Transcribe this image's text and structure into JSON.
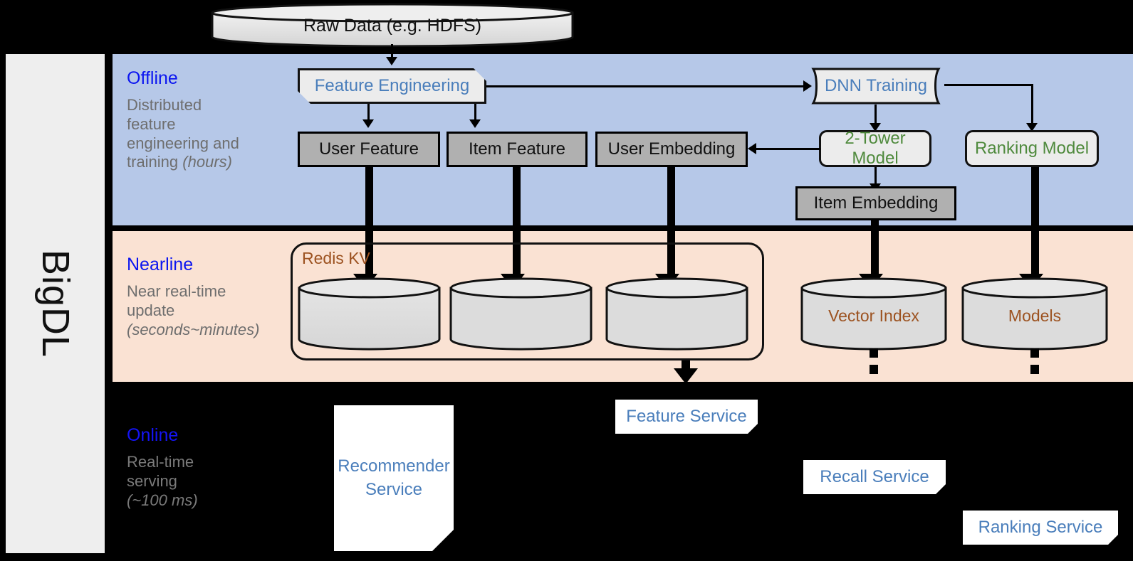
{
  "framework": {
    "name": "BigDL"
  },
  "colors": {
    "offline_band": "#b6c8e8",
    "nearline_band": "#fae2d3",
    "online_band": "#000000",
    "stage_title": "#0b15f0",
    "stage_sub": "#6e6e6e",
    "blue_text": "#4a7ebb",
    "green_text": "#4f8a3d",
    "orange_text": "#9c5220",
    "gray_box": "#b0b0b0",
    "proc_box": "#ececec"
  },
  "source": {
    "label": "Raw Data (e.g. HDFS)"
  },
  "stages": [
    {
      "id": "offline",
      "title": "Offline",
      "subtitle_lines": [
        "Distributed",
        "feature",
        "engineering and",
        "training "
      ],
      "subtitle_italic": "(hours)"
    },
    {
      "id": "nearline",
      "title": "Nearline",
      "subtitle_lines": [
        "Near real-time",
        "update "
      ],
      "subtitle_italic": "(seconds~minutes)"
    },
    {
      "id": "online",
      "title": "Online",
      "subtitle_lines": [
        "Real-time",
        "serving "
      ],
      "subtitle_italic": "(~100 ms)"
    }
  ],
  "offline": {
    "feature_engineering": "Feature Engineering",
    "dnn_training": "DNN Training",
    "user_feature": "User Feature",
    "item_feature": "Item Feature",
    "user_embedding": "User Embedding",
    "two_tower_model": "2-Tower Model",
    "ranking_model": "Ranking Model",
    "item_embedding": "Item Embedding"
  },
  "nearline": {
    "redis_kv": "Redis KV",
    "stores": [
      "",
      "",
      ""
    ],
    "vector_index": "Vector Index",
    "models": "Models"
  },
  "online": {
    "recommender_service": "Recommender\nService",
    "recommender_service_line1": "Recommender",
    "recommender_service_line2": "Service",
    "feature_service": "Feature Service",
    "recall_service": "Recall Service",
    "ranking_service": "Ranking Service"
  }
}
